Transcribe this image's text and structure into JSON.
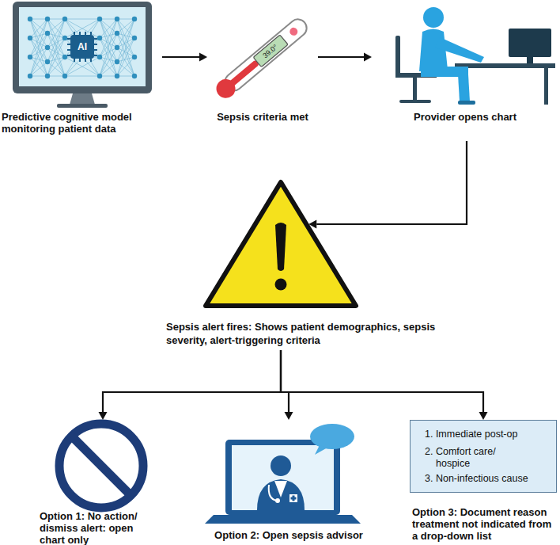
{
  "diagram": {
    "nodes": [
      {
        "text": [
          "Predictive cognitive model monitoring patient data"
        ]
      },
      {
        "text": [
          "Sepsis criteria met"
        ]
      },
      {
        "text": [
          "Provider opens chart"
        ]
      },
      {
        "text": [
          "Sepsis alert fires: Shows patient demographics, sepsis severity, alert-triggering criteria"
        ]
      },
      {
        "text": [
          "Option 1: No action/ dismiss alert: open chart only"
        ]
      },
      {
        "text": [
          "Option 2: Open sepsis advisor"
        ]
      },
      {
        "text": [
          "1. Immediate post-op",
          "2. Comfort care/ hospice",
          "3. Non-infectious cause",
          "Option 3: Document reason treatment not indicated from a drop-down list"
        ]
      }
    ],
    "edges": [
      {
        "from": 0,
        "to": 1,
        "arrow": "to"
      },
      {
        "from": 1,
        "to": 2,
        "arrow": "to"
      },
      {
        "from": 2,
        "to": 3,
        "arrow": "to"
      },
      {
        "from": 3,
        "to": 4,
        "arrow": "to"
      },
      {
        "from": 3,
        "to": 5,
        "arrow": "to"
      },
      {
        "from": 3,
        "to": 6,
        "arrow": "to"
      }
    ],
    "labels": [
      "AI",
      "39.0°"
    ]
  }
}
